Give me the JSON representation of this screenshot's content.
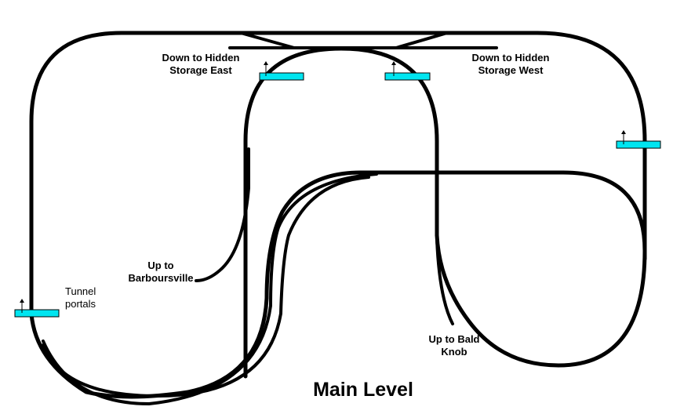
{
  "title": "Main Level",
  "labels": {
    "hidden_east": [
      "Down to Hidden",
      "Storage East"
    ],
    "hidden_west": [
      "Down to Hidden",
      "Storage West"
    ],
    "barboursville": [
      "Up to",
      "Barboursville"
    ],
    "tunnel": [
      "Tunnel",
      "portals"
    ],
    "bald_knob": [
      "Up to Bald",
      "Knob"
    ]
  },
  "colors": {
    "track": "#000000",
    "portal": "#00e5f0",
    "background": "#ffffff"
  },
  "icons": {
    "portal_marker": "tunnel-portal-icon",
    "direction": "arrow-up-icon"
  }
}
